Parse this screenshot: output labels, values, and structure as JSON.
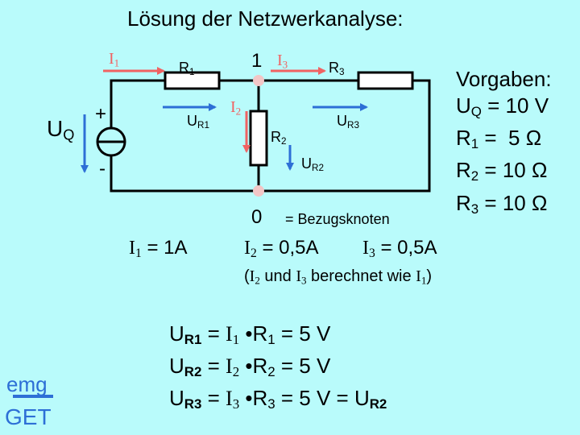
{
  "title": "Lösung der Netzwerkanalyse:",
  "circuit": {
    "source_label": "U",
    "source_sub": "Q",
    "plus": "+",
    "minus": "-",
    "i1": "I",
    "i1_sub": "1",
    "i2": "I",
    "i2_sub": "2",
    "i3": "I",
    "i3_sub": "3",
    "r1": "R",
    "r1_sub": "1",
    "r2": "R",
    "r2_sub": "2",
    "r3": "R",
    "r3_sub": "3",
    "ur1": "U",
    "ur1_sub": "R1",
    "ur2": "U",
    "ur2_sub": "R2",
    "ur3": "U",
    "ur3_sub": "R3",
    "node1": "1",
    "node0": "0",
    "ref_node_text": "= Bezugsknoten"
  },
  "given": {
    "heading": "Vorgaben:",
    "uq_sym": "U",
    "uq_sub": "Q",
    "uq_val": " = 10 V",
    "r1_sym": "R",
    "r1_sub": "1",
    "r1_val": " =  5 Ω",
    "r2_sym": "R",
    "r2_sub": "2",
    "r2_val": " = 10 Ω",
    "r3_sym": "R",
    "r3_sub": "3",
    "r3_val": " = 10 Ω"
  },
  "results": {
    "i1_sym": "I",
    "i1_sub": "1",
    "i1_val": " = 1A",
    "i2_sym": "I",
    "i2_sub": "2",
    "i2_val": " = 0,5A",
    "i3_sym": "I",
    "i3_sub": "3",
    "i3_val": " = 0,5A",
    "note_open": "(",
    "note_i2": "I",
    "note_i2_sub": "2",
    "note_and": " und ",
    "note_i3": "I",
    "note_i3_sub": "3",
    "note_mid": " berechnet wie ",
    "note_i1": "I",
    "note_i1_sub": "1",
    "note_close": ")"
  },
  "equations": [
    {
      "u": "U",
      "u_sub": "R1",
      "eq": " = ",
      "i": "I",
      "i_sub": "1",
      "mul": " •R",
      "r_sub": "1",
      "res": " = 5 V",
      "extra": "",
      "extra_sub": ""
    },
    {
      "u": "U",
      "u_sub": "R2",
      "eq": " = ",
      "i": "I",
      "i_sub": "2",
      "mul": " •R",
      "r_sub": "2",
      "res": " = 5 V",
      "extra": "",
      "extra_sub": ""
    },
    {
      "u": "U",
      "u_sub": "R3",
      "eq": " = ",
      "i": "I",
      "i_sub": "3",
      "mul": " •R",
      "r_sub": "3",
      "res": " = 5 V = U",
      "extra": "",
      "extra_sub": "R2"
    }
  ],
  "logo": {
    "line1": "emg",
    "line2": "GET"
  },
  "colors": {
    "wire": "#000000",
    "arrow_current": "#f06262",
    "arrow_voltage": "#2d6fd6",
    "resistor_fill": "#ffffff",
    "node_fill": "#f2c6c6",
    "background": "#b9fbfb"
  }
}
